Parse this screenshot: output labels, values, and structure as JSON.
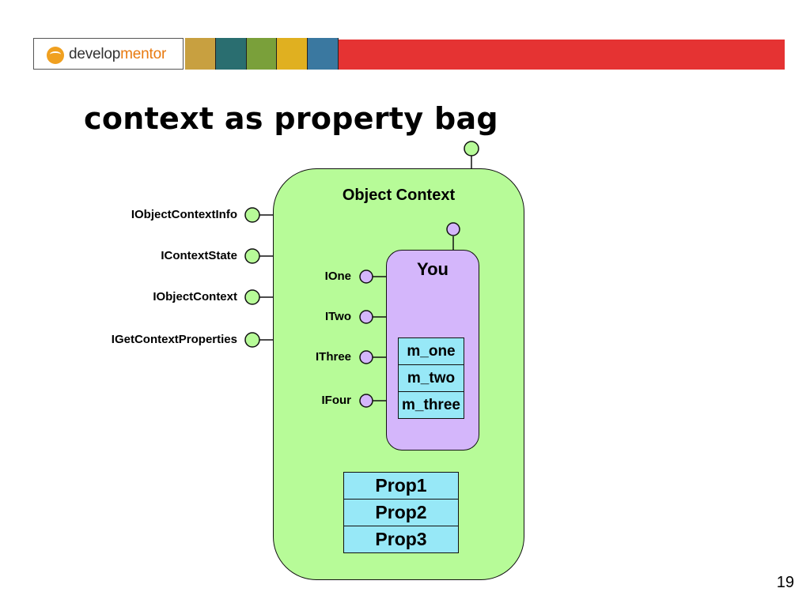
{
  "header": {
    "logo_text_a": "develop",
    "logo_text_b": "mentor",
    "tile_colors": [
      "#c8a040",
      "#2a6e70",
      "#7aa03a",
      "#e0b020",
      "#3a78a0"
    ],
    "bar_color": "#e53333"
  },
  "slide": {
    "title": "context as property bag",
    "page_number": "19"
  },
  "diagram": {
    "outer_label": "Object Context",
    "outer_interfaces": [
      "IObjectContextInfo",
      "IContextState",
      "IObjectContext",
      "IGetContextProperties"
    ],
    "inner_label": "You",
    "inner_interfaces": [
      "IOne",
      "ITwo",
      "IThree",
      "IFour"
    ],
    "fields": [
      "m_one",
      "m_two",
      "m_three"
    ],
    "properties": [
      "Prop1",
      "Prop2",
      "Prop3"
    ],
    "colors": {
      "context_fill": "#b7fb98",
      "object_fill": "#d4b6fb",
      "cell_fill": "#97e8f7"
    }
  }
}
